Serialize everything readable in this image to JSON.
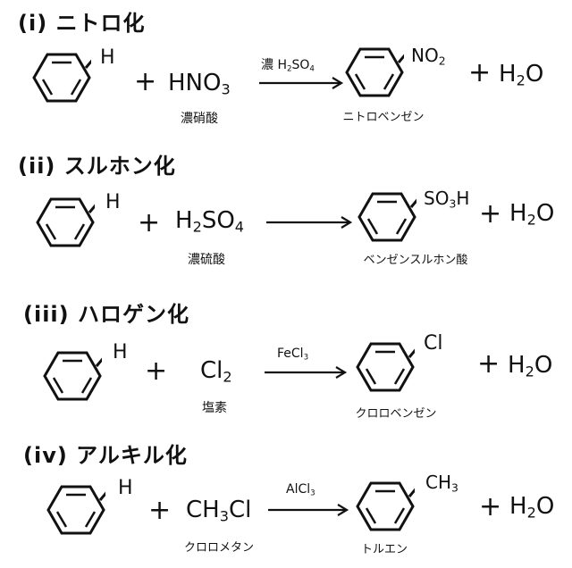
{
  "colors": {
    "ink": "#111111",
    "background": "#ffffff"
  },
  "sections": [
    {
      "title": "(i) ニトロ化",
      "reactant_h": "H",
      "plus1": "+",
      "reagent": {
        "main": "HNO",
        "sub": "3"
      },
      "reagent_name": "濃硝酸",
      "catalyst": {
        "main": "濃 H",
        "sub": "2",
        "tail": "SO",
        "sub2": "4"
      },
      "product_group": {
        "main": "NO",
        "sub": "2"
      },
      "product_name": "ニトロベンゼン",
      "plus2": "+",
      "byproduct": {
        "main": "H",
        "sub": "2",
        "tail": "O"
      }
    },
    {
      "title": "(ii) スルホン化",
      "reactant_h": "H",
      "plus1": "+",
      "reagent": {
        "main": "H",
        "sub": "2",
        "tail": "SO",
        "sub2": "4"
      },
      "reagent_name": "濃硫酸",
      "catalyst": null,
      "product_group": {
        "main": "SO",
        "sub": "3",
        "tail": "H"
      },
      "product_name": "ベンゼンスルホン酸",
      "plus2": "+",
      "byproduct": {
        "main": "H",
        "sub": "2",
        "tail": "O"
      }
    },
    {
      "title": "(iii) ハロゲン化",
      "reactant_h": "H",
      "plus1": "+",
      "reagent": {
        "main": "Cl",
        "sub": "2"
      },
      "reagent_name": "塩素",
      "catalyst": {
        "main": "FeCl",
        "sub": "3"
      },
      "product_group": {
        "main": "Cl"
      },
      "product_name": "クロロベンゼン",
      "plus2": "+",
      "byproduct": {
        "main": "H",
        "sub": "2",
        "tail": "O"
      }
    },
    {
      "title": "(iv) アルキル化",
      "reactant_h": "H",
      "plus1": "+",
      "reagent": {
        "main": "CH",
        "sub": "3",
        "tail": "Cl"
      },
      "reagent_name": "クロロメタン",
      "catalyst": {
        "main": "AlCl",
        "sub": "3"
      },
      "product_group": {
        "main": "CH",
        "sub": "3"
      },
      "product_name": "トルエン",
      "plus2": "+",
      "byproduct": {
        "main": "H",
        "sub": "2",
        "tail": "O"
      }
    }
  ]
}
